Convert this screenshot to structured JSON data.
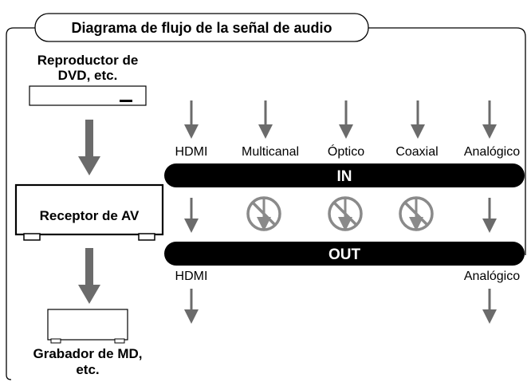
{
  "title": "Diagrama de flujo de la señal de audio",
  "devices": {
    "source": {
      "line1": "Reproductor de",
      "line2": "DVD, etc."
    },
    "receiver": {
      "label": "Receptor de AV"
    },
    "recorder": {
      "line1": "Grabador de MD,",
      "line2": "etc."
    }
  },
  "bars": {
    "in": "IN",
    "out": "OUT"
  },
  "inputs": [
    "HDMI",
    "Multicanal",
    "Óptico",
    "Coaxial",
    "Analógico"
  ],
  "outputs": {
    "hdmi": "HDMI",
    "analog": "Analógico"
  },
  "colors": {
    "line": "#000000",
    "arrow": "#6b6b6b",
    "bar": "#000000",
    "bar_text": "#ffffff",
    "prohibit": "#8a8a8a"
  },
  "icons": {
    "down_arrow": "down-arrow-icon",
    "prohibited": "prohibited-icon"
  }
}
